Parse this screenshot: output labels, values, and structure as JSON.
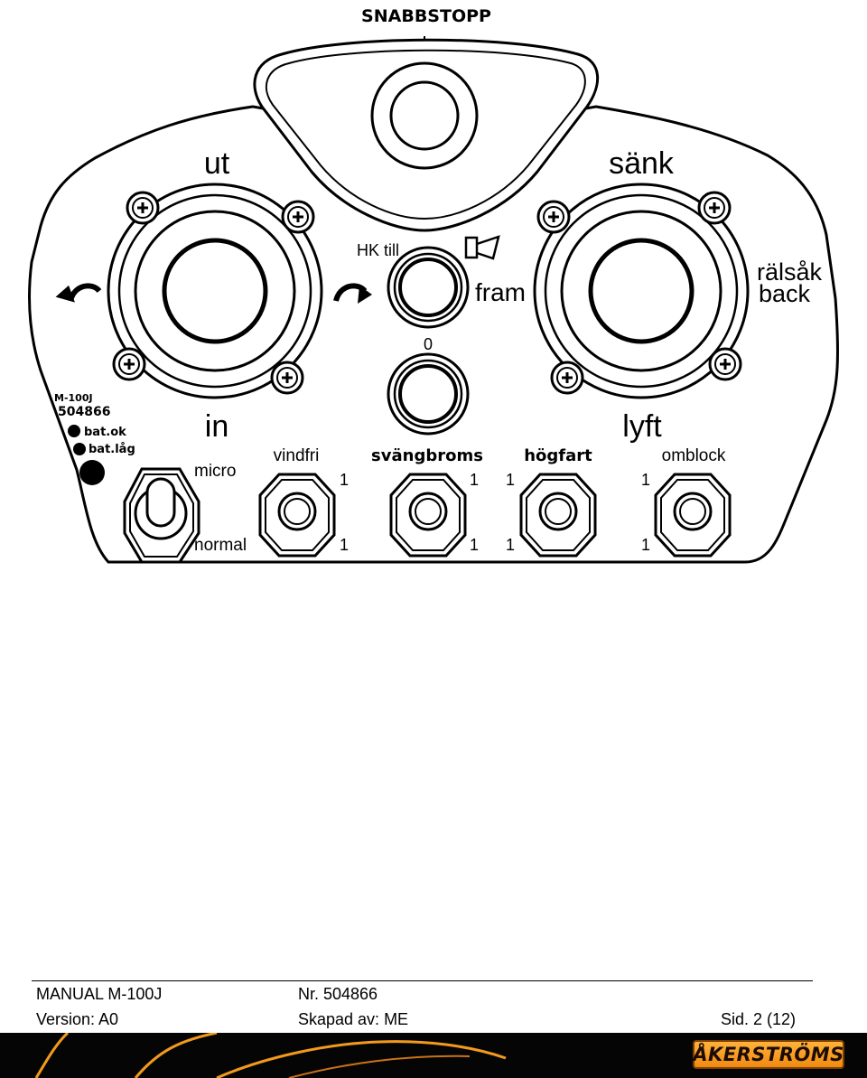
{
  "panel": {
    "emergency_stop": "SNABBSTOPP",
    "left_joystick": {
      "top": "ut",
      "bottom": "in",
      "rotate_left_icon": "rotate-ccw-arrow",
      "rotate_right_icon": "rotate-cw-arrow"
    },
    "right_joystick": {
      "top": "sänk",
      "bottom": "lyft",
      "side_line1": "rälsåk",
      "side_line2": "back"
    },
    "center": {
      "hk_label": "HK till",
      "horn_icon": "horn-icon",
      "fram_label": "fram",
      "zero_label": "0"
    },
    "badge": {
      "model": "M-100J",
      "number": "504866",
      "bat_ok": "bat.ok",
      "bat_low": "bat.låg"
    },
    "micro_switch": {
      "top": "micro",
      "bottom": "normal"
    },
    "switches": [
      {
        "name": "vindfri",
        "marks_right": [
          "1",
          "1"
        ]
      },
      {
        "name": "svängbroms",
        "marks_right": [
          "1",
          "1"
        ]
      },
      {
        "name": "högfart",
        "marks_left": [
          "1",
          "1"
        ]
      },
      {
        "name": "omblock",
        "marks_left": [
          "1",
          "1"
        ]
      }
    ]
  },
  "footer": {
    "manual": "MANUAL M-100J",
    "number": "Nr. 504866",
    "version": "Version: A0",
    "author": "Skapad av: ME",
    "page": "Sid. 2 (12)",
    "brand": "ÅKERSTRÖMS",
    "brand_color": "#f39a1d"
  }
}
